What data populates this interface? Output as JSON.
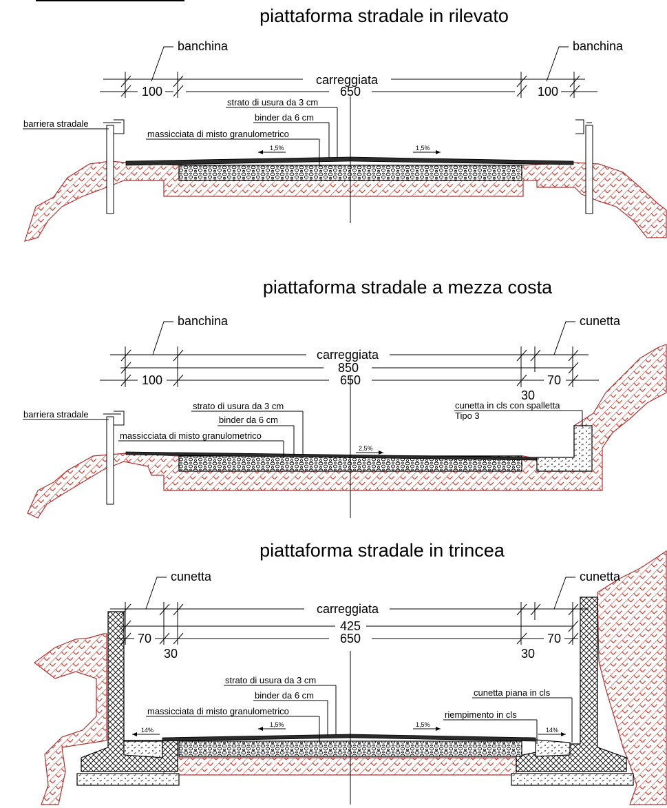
{
  "sections": [
    {
      "title": "piattaforma stradale in rilevato",
      "labels": {
        "banchina_left": "banchina",
        "banchina_right": "banchina",
        "carreggiata": "carreggiata",
        "width_total": "650",
        "width_left": "100",
        "width_right": "100",
        "barriera": "barriera stradale",
        "usura": "strato di usura da 3 cm",
        "binder": "binder da 6 cm",
        "massicciata": "massicciata di misto granulometrico",
        "slope_left": "1,5%",
        "slope_right": "1,5%"
      }
    },
    {
      "title": "piattaforma stradale a mezza costa",
      "labels": {
        "banchina": "banchina",
        "cunetta": "cunetta",
        "carreggiata": "carreggiata",
        "width_outer": "850",
        "width_total": "650",
        "width_left": "100",
        "width_right": "70",
        "width_gap": "30",
        "barriera": "barriera stradale",
        "usura": "strato di usura da 3 cm",
        "binder": "binder da 6 cm",
        "massicciata": "massicciata di misto granulometrico",
        "cunetta_cls_1": "cunetta in cls con spalletta",
        "cunetta_cls_2": "Tipo 3",
        "slope": "2,5%"
      }
    },
    {
      "title": "piattaforma stradale in trincea",
      "labels": {
        "cunetta_left": "cunetta",
        "cunetta_right": "cunetta",
        "carreggiata": "carreggiata",
        "width_outer": "425",
        "width_total": "650",
        "width_left": "70",
        "width_right": "70",
        "width_gap_left": "30",
        "width_gap_right": "30",
        "usura": "strato di usura da 3 cm",
        "binder": "binder da 6 cm",
        "massicciata": "massicciata di misto granulometrico",
        "cunetta_piana": "cunetta piana in cls",
        "riempimento": "riempimento in cls",
        "slope_left": "1,5%",
        "slope_right": "1,5%",
        "slope_edge_left": "14%",
        "slope_edge_right": "14%"
      }
    }
  ]
}
